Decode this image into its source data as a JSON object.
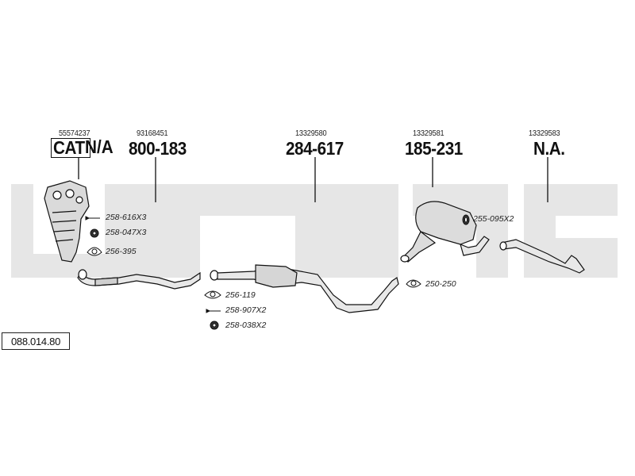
{
  "reference_code": "088.014.80",
  "parts": [
    {
      "oe_number": "55574237",
      "part_label": "CAT",
      "part_label_suffix": "N/A"
    },
    {
      "oe_number": "93168451",
      "part_label": "800-183"
    },
    {
      "oe_number": "13329580",
      "part_label": "284-617"
    },
    {
      "oe_number": "13329581",
      "part_label": "185-231"
    },
    {
      "oe_number": "13329583",
      "part_label": "N.A."
    }
  ],
  "accessories": [
    {
      "code": "258-616X3",
      "icon": "bolt-icon"
    },
    {
      "code": "258-047X3",
      "icon": "nut-icon"
    },
    {
      "code": "256-395",
      "icon": "gasket-icon"
    },
    {
      "code": "256-119",
      "icon": "gasket-icon"
    },
    {
      "code": "258-907X2",
      "icon": "bolt-icon"
    },
    {
      "code": "258-038X2",
      "icon": "nut-icon"
    },
    {
      "code": "255-095X2",
      "icon": "rubber-mount-icon"
    },
    {
      "code": "250-250",
      "icon": "clamp-icon"
    }
  ],
  "colors": {
    "watermark": "#e4e4e4",
    "line": "#111111",
    "part_fill": "#d8d8d8"
  }
}
